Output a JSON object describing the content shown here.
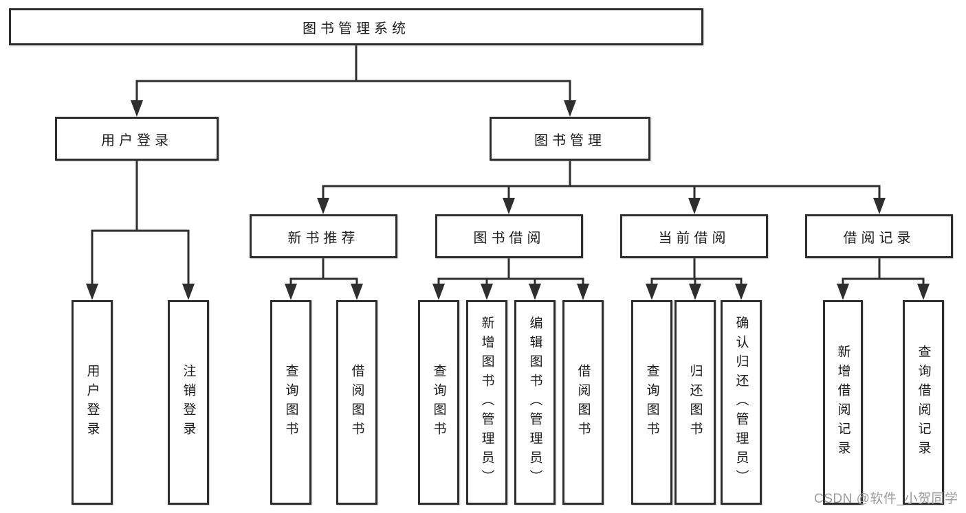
{
  "diagram": {
    "title": "图书管理系统",
    "tree": {
      "root": {
        "label": "图书管理系统"
      },
      "level2": [
        {
          "label": "用户登录"
        },
        {
          "label": "图书管理"
        }
      ],
      "level3": [
        {
          "label": "新书推荐",
          "parent": "图书管理"
        },
        {
          "label": "图书借阅",
          "parent": "图书管理"
        },
        {
          "label": "当前借阅",
          "parent": "图书管理"
        },
        {
          "label": "借阅记录",
          "parent": "图书管理"
        }
      ],
      "leaves": [
        {
          "label": "用户登录",
          "parent": "用户登录"
        },
        {
          "label": "注销登录",
          "parent": "用户登录"
        },
        {
          "label": "查询图书",
          "parent": "新书推荐"
        },
        {
          "label": "借阅图书",
          "parent": "新书推荐"
        },
        {
          "label": "查询图书",
          "parent": "图书借阅"
        },
        {
          "label": "新增图书（管理员）",
          "parent": "图书借阅"
        },
        {
          "label": "编辑图书（管理员）",
          "parent": "图书借阅"
        },
        {
          "label": "借阅图书",
          "parent": "图书借阅"
        },
        {
          "label": "查询图书",
          "parent": "当前借阅"
        },
        {
          "label": "归还图书",
          "parent": "当前借阅"
        },
        {
          "label": "确认归还（管理员）",
          "parent": "当前借阅"
        },
        {
          "label": "新增借阅记录",
          "parent": "借阅记录"
        },
        {
          "label": "查询借阅记录",
          "parent": "借阅记录"
        }
      ]
    },
    "colors": {
      "line": "#2e2e2e",
      "text": "#1c1c1c",
      "background": "#ffffff",
      "watermark": "#9b9b9b"
    }
  },
  "watermark": "CSDN @软件_小贺同学"
}
